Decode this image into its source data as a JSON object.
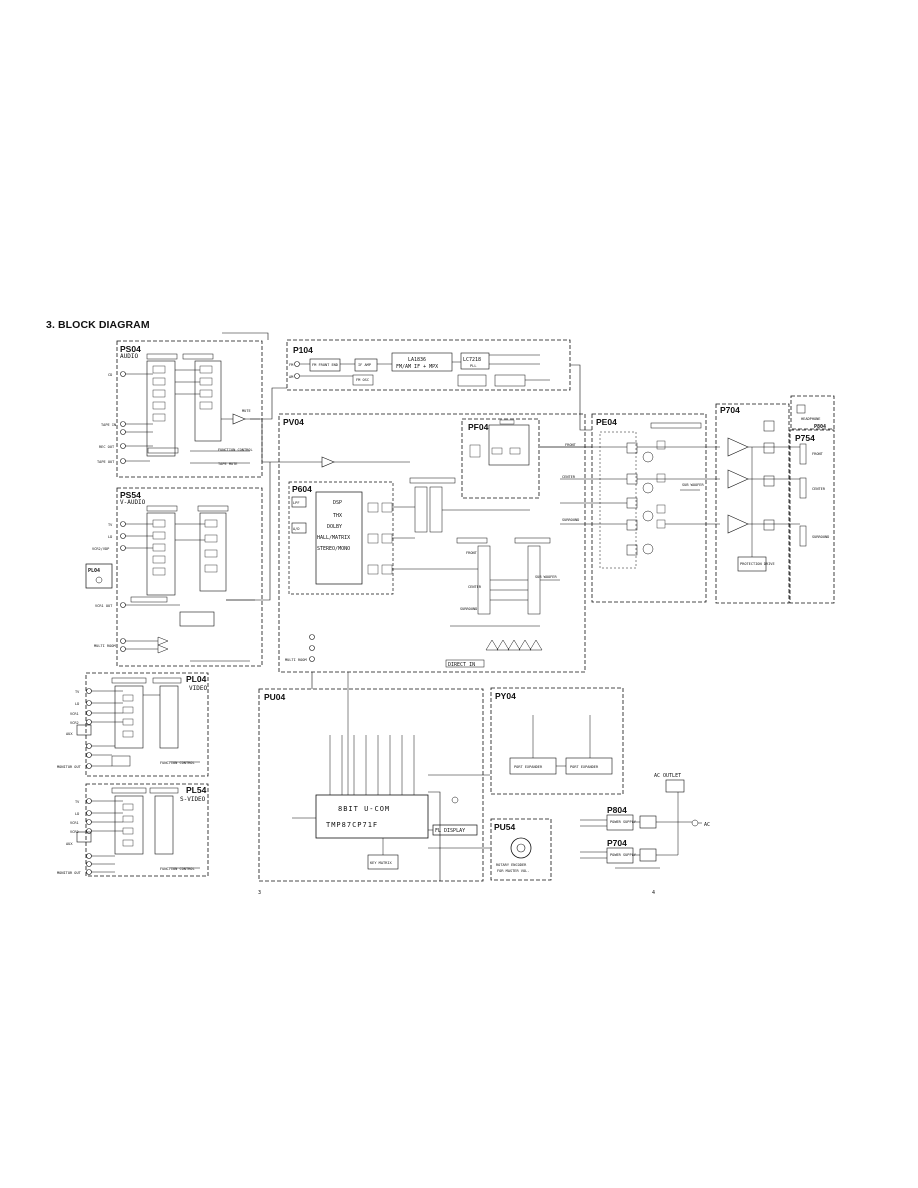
{
  "page": {
    "title": "3. BLOCK DIAGRAM",
    "page_left": "3",
    "page_right": "4"
  },
  "blocks": {
    "PS04": {
      "name": "PS04",
      "sub": "AUDIO"
    },
    "P104": {
      "name": "P104"
    },
    "PV04": {
      "name": "PV04"
    },
    "PF04": {
      "name": "PF04"
    },
    "PE04": {
      "name": "PE04"
    },
    "P704a": {
      "name": "P704"
    },
    "P754": {
      "name": "P754"
    },
    "P804_top": {
      "name": "P804"
    },
    "PS54": {
      "name": "PS54",
      "sub": "V-AUDIO"
    },
    "PL04_small": {
      "name": "PL04"
    },
    "P604": {
      "name": "P604"
    },
    "PL04": {
      "name": "PL04",
      "sub": "VIDEO"
    },
    "PL54": {
      "name": "PL54",
      "sub": "S-VIDEO"
    },
    "PU04": {
      "name": "PU04"
    },
    "PY04": {
      "name": "PY04"
    },
    "PU54": {
      "name": "PU54"
    },
    "P804": {
      "name": "P804"
    },
    "P704b": {
      "name": "P704"
    }
  },
  "labels": {
    "tuner_chip": "LA1836",
    "tuner_func": "FM/AM IF + MPX",
    "pll_chip": "LC7218",
    "pll": "PLL",
    "fm_front": "FM FRONT END",
    "if_amp": "IF AMP",
    "fm_osc": "FM OSC",
    "dsp": "DSP",
    "thx": "THX",
    "dolby": "DOLBY",
    "hall": "HALL/MATRIX",
    "stereo": "STEREO/MONO",
    "lpf": "LPF",
    "ad": "A/D",
    "ucom1": "8BIT U-COM",
    "ucom2": "TMP87CP71F",
    "fl_display": "FL DISPLAY",
    "key_matrix": "KEY MATRIX",
    "port_exp1": "PORT EXPANDER",
    "port_exp2": "PORT EXPANDER",
    "rotary1": "ROTARY ENCODER",
    "rotary2": "FOR MASTER VOL.",
    "front": "FRONT",
    "center": "CENTER",
    "surround": "SURROUND",
    "sub_woofer": "SUB WOOFER",
    "direct_in": "DIRECT IN",
    "ac_outlet": "AC OUTLET",
    "ac": "AC",
    "headphone": "HEADPHONE",
    "power_supply1": "POWER SUPPLY",
    "power_supply2": "POWER SUPPLY",
    "protection": "PROTECTION DRIVE",
    "cd": "CD",
    "tape_in": "TAPE IN",
    "rec_out": "REC OUT",
    "tape_out": "TAPE OUT",
    "vcr2_vdp": "VCR2/VDP",
    "vcr1_out": "VCR1 OUT",
    "multi_room": "MULTI ROOM",
    "tv": "TV",
    "ld": "LD",
    "vcr1": "VCR1",
    "vcr2": "VCR2",
    "aux": "AUX",
    "monitor_out": "MONITOR OUT",
    "function_control": "FUNCTION CONTROL",
    "tape_mute": "TAPE MUTE",
    "mute": "MUTE",
    "fm": "FM",
    "am": "AM"
  }
}
